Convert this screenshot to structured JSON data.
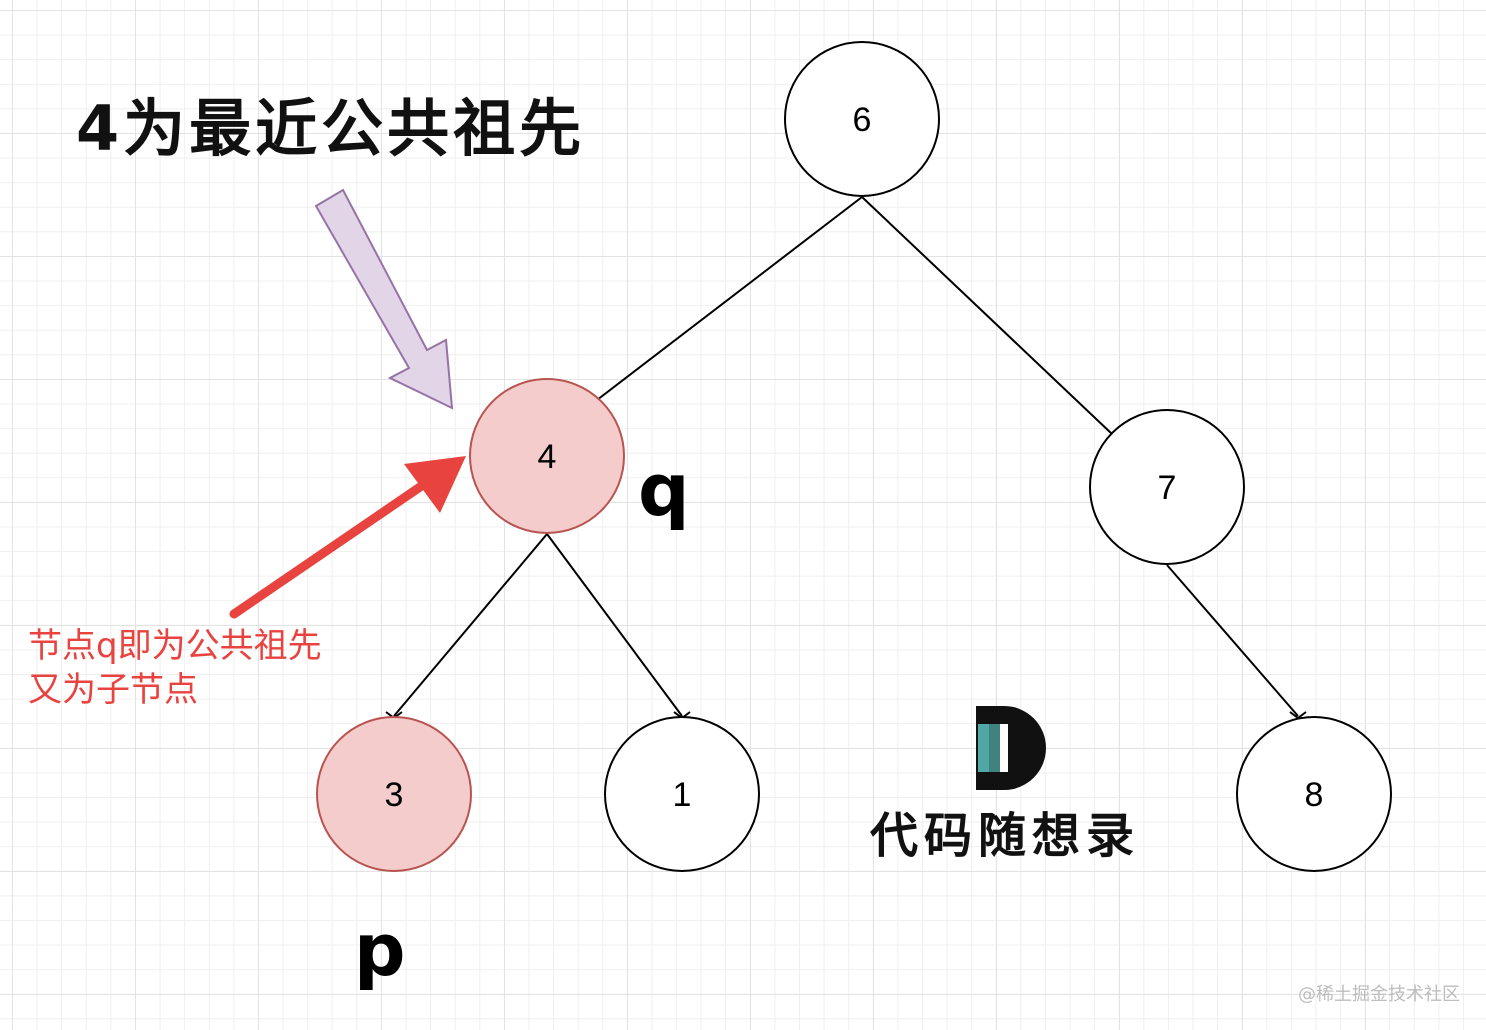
{
  "title": "4为最近公共祖先",
  "annotation": {
    "line1": "节点q即为公共祖先",
    "line2": "又为子节点",
    "color": "#e8433f"
  },
  "labels": {
    "q": "q",
    "p": "p"
  },
  "tree": {
    "nodes": [
      {
        "id": "n6",
        "value": "6",
        "highlighted": false
      },
      {
        "id": "n4",
        "value": "4",
        "highlighted": true
      },
      {
        "id": "n7",
        "value": "7",
        "highlighted": false
      },
      {
        "id": "n3",
        "value": "3",
        "highlighted": true
      },
      {
        "id": "n1",
        "value": "1",
        "highlighted": false
      },
      {
        "id": "n8",
        "value": "8",
        "highlighted": false
      }
    ],
    "edges": [
      [
        "n6",
        "n4"
      ],
      [
        "n6",
        "n7"
      ],
      [
        "n4",
        "n3"
      ],
      [
        "n4",
        "n1"
      ],
      [
        "n7",
        "n8"
      ]
    ],
    "highlight_fill": "#f5cccc",
    "highlight_stroke": "#b85450"
  },
  "arrows": {
    "purple_fill": "#e1d5e7",
    "purple_stroke": "#9673a6",
    "red_fill": "#e8433f"
  },
  "logo": {
    "text": "代码随想录",
    "accent_color": "#4fa8a6"
  },
  "watermark": "@稀土掘金技术社区"
}
